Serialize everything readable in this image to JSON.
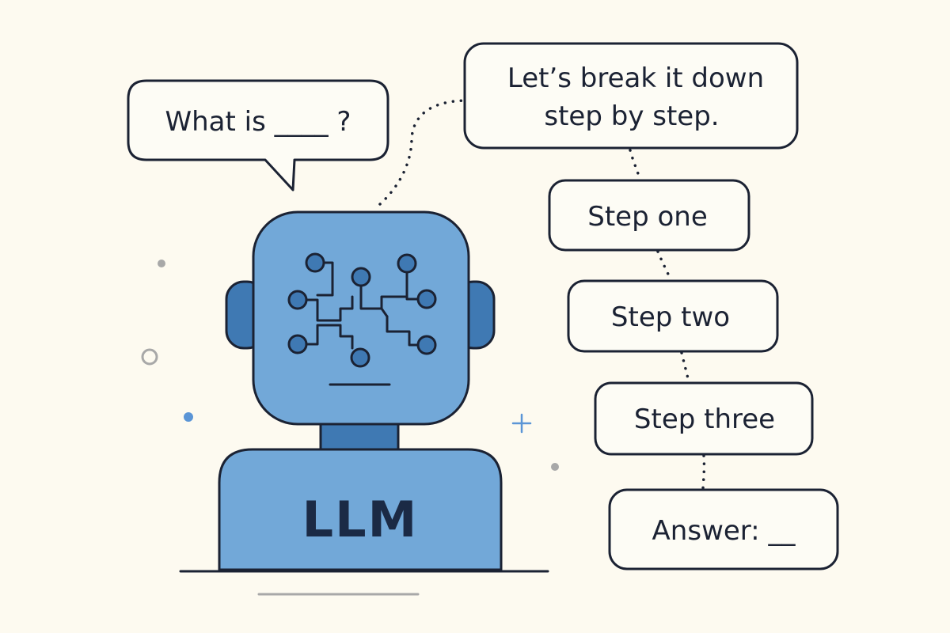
{
  "question": "What is ____ ?",
  "intro": [
    "Let’s break it down",
    "step by step."
  ],
  "steps": [
    "Step one",
    "Step two",
    "Step three"
  ],
  "answer": "Answer: __",
  "robot_label": "LLM",
  "colors": {
    "background": "#fdfaf0",
    "robot_light": "#72a8d8",
    "robot_dark": "#3f79b3",
    "outline": "#1b2233",
    "accent_dot": "#5b95d6",
    "gray_dot": "#a8a8a8"
  }
}
